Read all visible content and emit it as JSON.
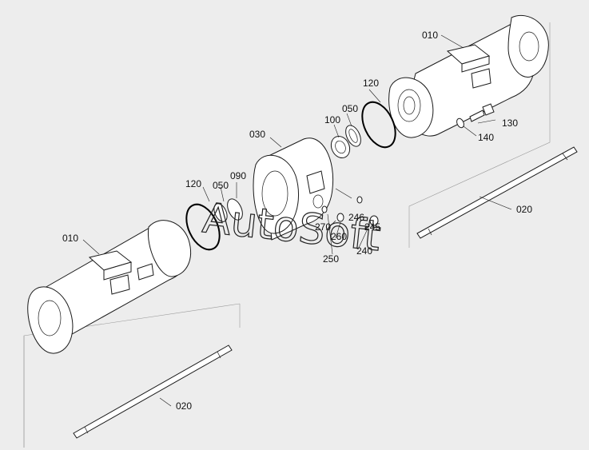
{
  "diagram": {
    "labels": {
      "p010_top": "010",
      "p010_left": "010",
      "p020_right": "020",
      "p020_bottom": "020",
      "p030": "030",
      "p050_right": "050",
      "p050_left": "050",
      "p090": "090",
      "p100": "100",
      "p120_right": "120",
      "p120_left": "120",
      "p130": "130",
      "p140": "140",
      "p240": "240",
      "p245": "245",
      "p246": "246",
      "p250": "250",
      "p260": "260",
      "p270": "270"
    },
    "watermark": "AutoSoft"
  }
}
